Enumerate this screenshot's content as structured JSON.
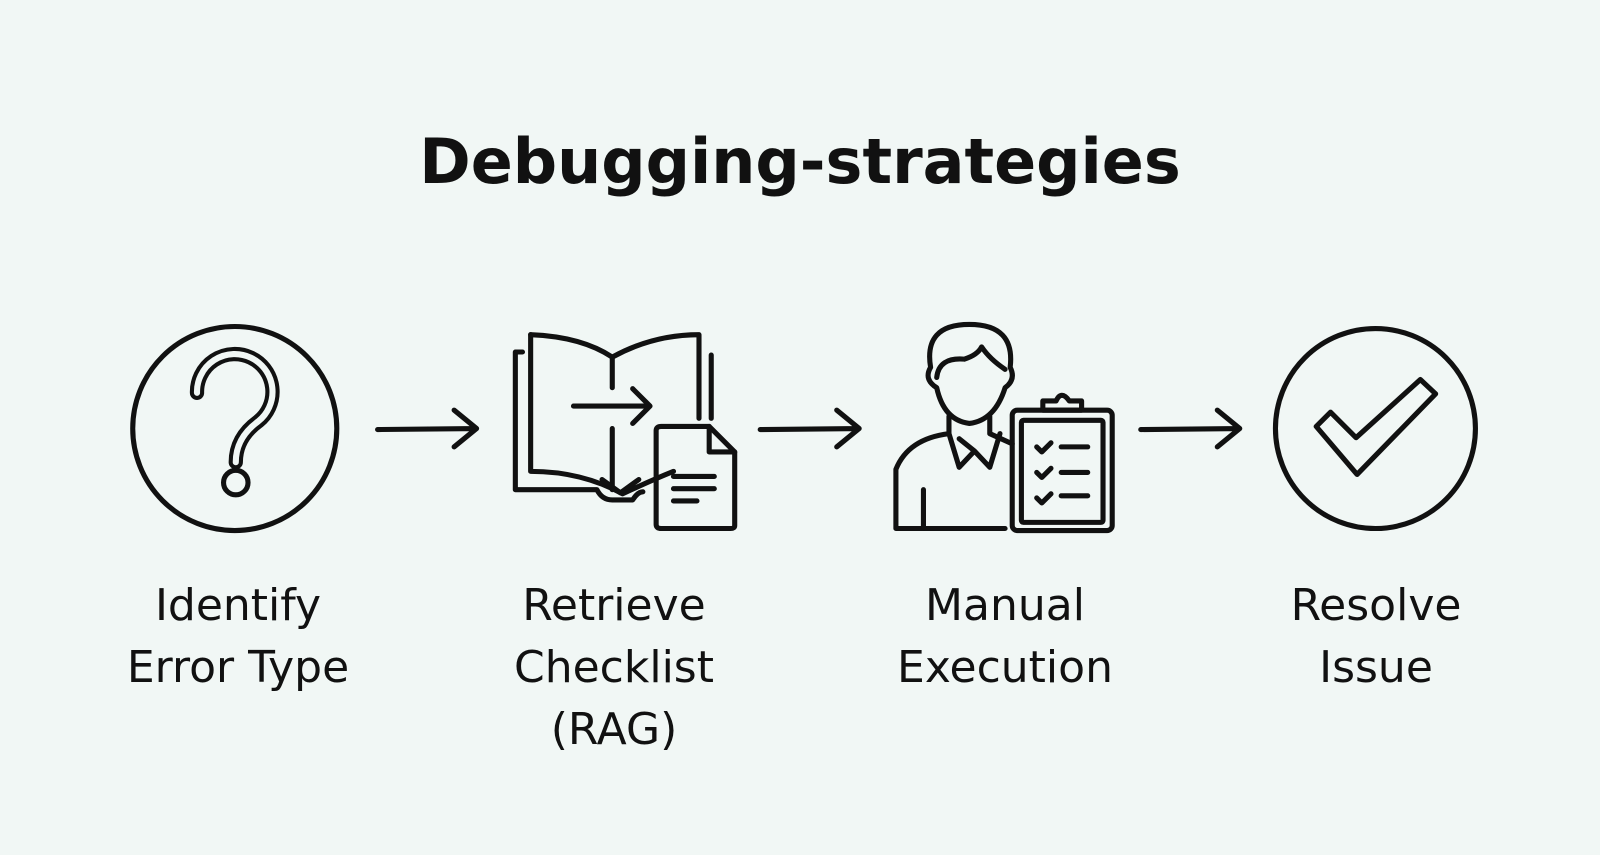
{
  "title": "Debugging-strategies",
  "steps": [
    {
      "icon": "question-circle-icon",
      "line1": "Identify",
      "line2": "Error Type"
    },
    {
      "icon": "book-document-icon",
      "line1": "Retrieve",
      "line2": "Checklist (RAG)"
    },
    {
      "icon": "person-clipboard-icon",
      "line1": "Manual",
      "line2": "Execution"
    },
    {
      "icon": "check-circle-icon",
      "line1": "Resolve",
      "line2": "Issue"
    }
  ],
  "colors": {
    "background": "#f1f7f5",
    "stroke": "#111111"
  }
}
